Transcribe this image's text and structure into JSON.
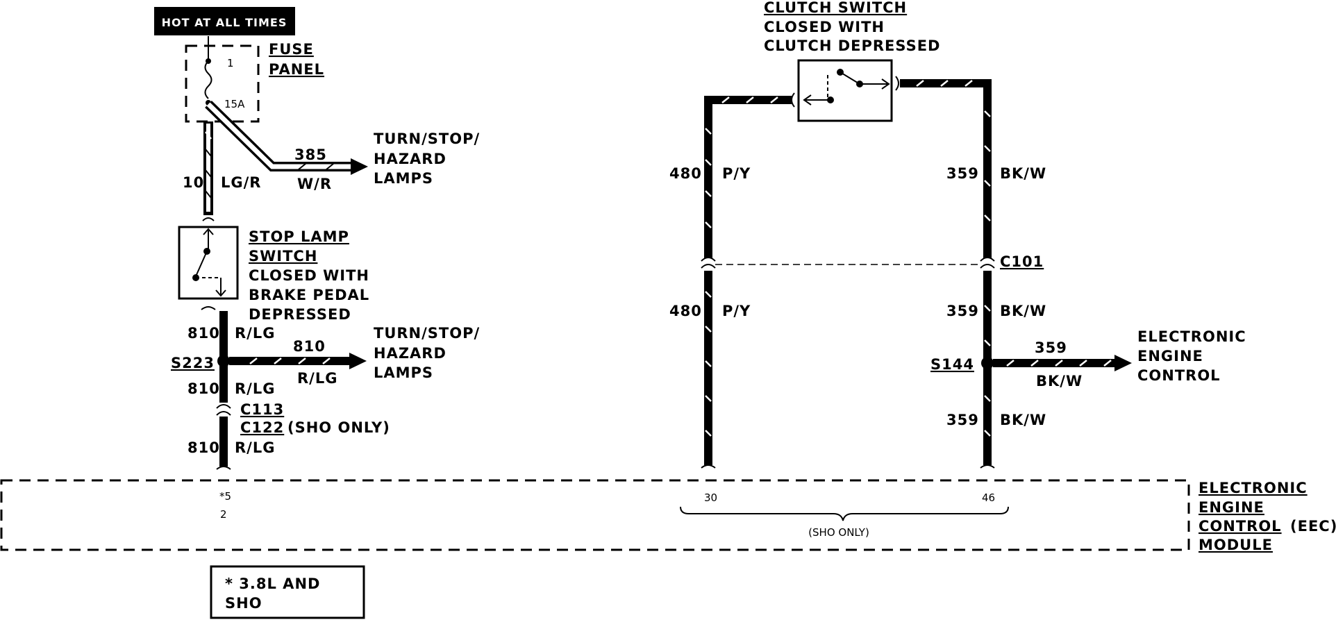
{
  "hot_label": "HOT AT ALL TIMES",
  "fuse": {
    "title_1": "FUSE",
    "title_2": "PANEL",
    "num": "1",
    "rating": "15A"
  },
  "wires": {
    "w10": {
      "num": "10",
      "color": "LG/R"
    },
    "w385": {
      "num": "385",
      "color": "W/R"
    },
    "w810a": {
      "num": "810",
      "color": "R/LG"
    },
    "w810b": {
      "num": "810",
      "color": "R/LG"
    },
    "w810c": {
      "num": "810",
      "color": "R/LG"
    },
    "w810d": {
      "num": "810",
      "color": "R/LG"
    },
    "w480a": {
      "num": "480",
      "color": "P/Y"
    },
    "w480b": {
      "num": "480",
      "color": "P/Y"
    },
    "w359a": {
      "num": "359",
      "color": "BK/W"
    },
    "w359b": {
      "num": "359",
      "color": "BK/W"
    },
    "w359c": {
      "num": "359",
      "color": "BK/W"
    },
    "w359d": {
      "num": "359",
      "color": "BK/W"
    }
  },
  "loads": {
    "tsh1": [
      "TURN/STOP/",
      "HAZARD",
      "LAMPS"
    ],
    "tsh2": [
      "TURN/STOP/",
      "HAZARD",
      "LAMPS"
    ],
    "eec_out": [
      "ELECTRONIC",
      "ENGINE",
      "CONTROL"
    ]
  },
  "stop_switch": [
    "STOP LAMP",
    "SWITCH",
    "CLOSED WITH",
    "BRAKE PEDAL",
    "DEPRESSED"
  ],
  "clutch_switch": [
    "CLUTCH SWITCH",
    "CLOSED WITH",
    "CLUTCH DEPRESSED"
  ],
  "splices": {
    "s223": "S223",
    "s144": "S144"
  },
  "connectors": {
    "c101": "C101",
    "c113": "C113",
    "c122": "C122",
    "sho_only": "(SHO ONLY)"
  },
  "module": {
    "label": [
      "ELECTRONIC",
      "ENGINE",
      "CONTROL",
      "MODULE"
    ],
    "eec": "(EEC)",
    "pin_star": "*5",
    "pin_2": "2",
    "pin_30": "30",
    "pin_46": "46",
    "sho_only": "(SHO ONLY)"
  },
  "footnote": [
    "* 3.8L AND",
    "SHO"
  ]
}
